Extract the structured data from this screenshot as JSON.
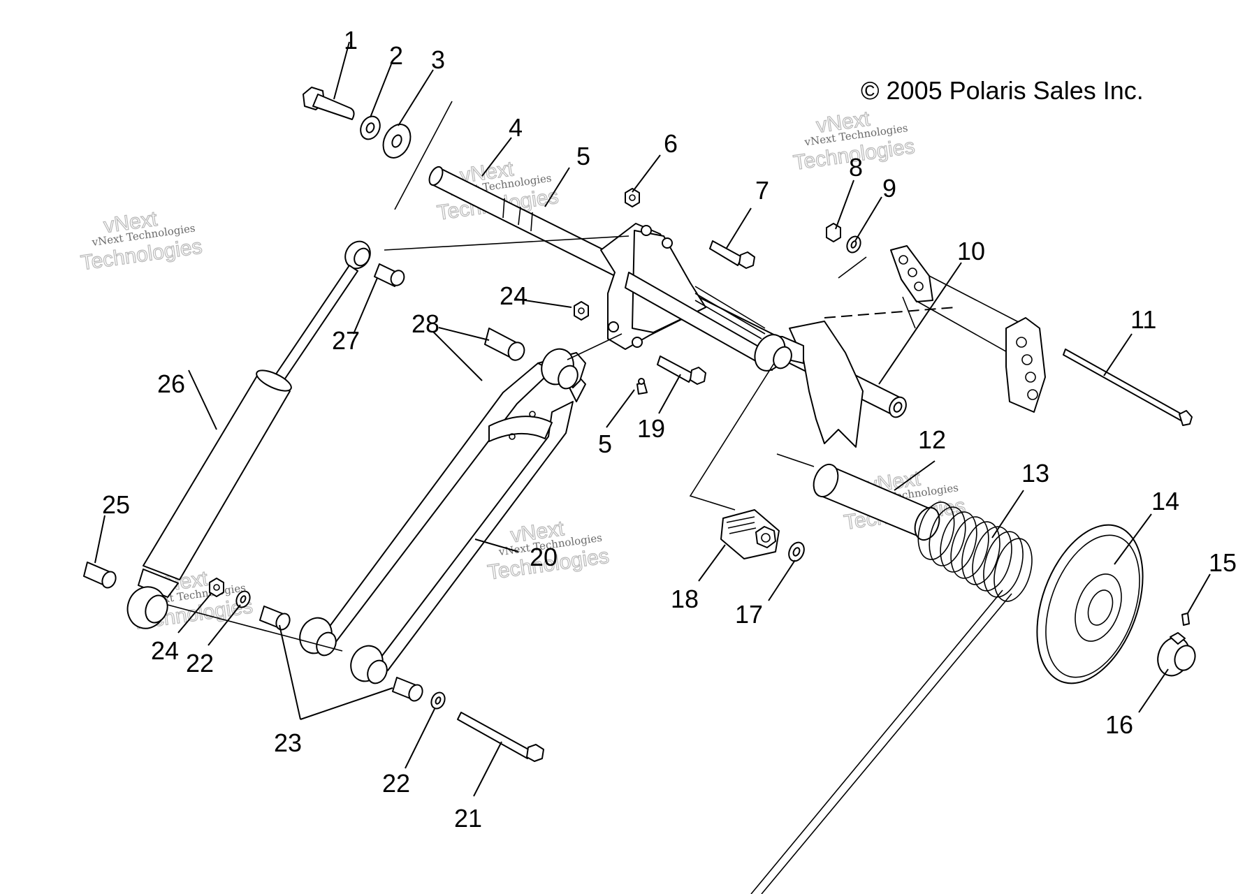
{
  "copyright": "© 2005 Polaris Sales Inc.",
  "watermark": {
    "line1": "vNext Technologies",
    "line2": "vNext",
    "line3": "Technologies"
  },
  "callouts": {
    "n1": "1",
    "n2": "2",
    "n3": "3",
    "n4": "4",
    "n5a": "5",
    "n5b": "5",
    "n6": "6",
    "n7": "7",
    "n8": "8",
    "n9": "9",
    "n10": "10",
    "n11": "11",
    "n12": "12",
    "n13": "13",
    "n14": "14",
    "n15": "15",
    "n16": "16",
    "n17": "17",
    "n18": "18",
    "n19": "19",
    "n20": "20",
    "n21": "21",
    "n22a": "22",
    "n22b": "22",
    "n23": "23",
    "n24a": "24",
    "n24b": "24",
    "n25": "25",
    "n26": "26",
    "n27": "27",
    "n28": "28"
  }
}
